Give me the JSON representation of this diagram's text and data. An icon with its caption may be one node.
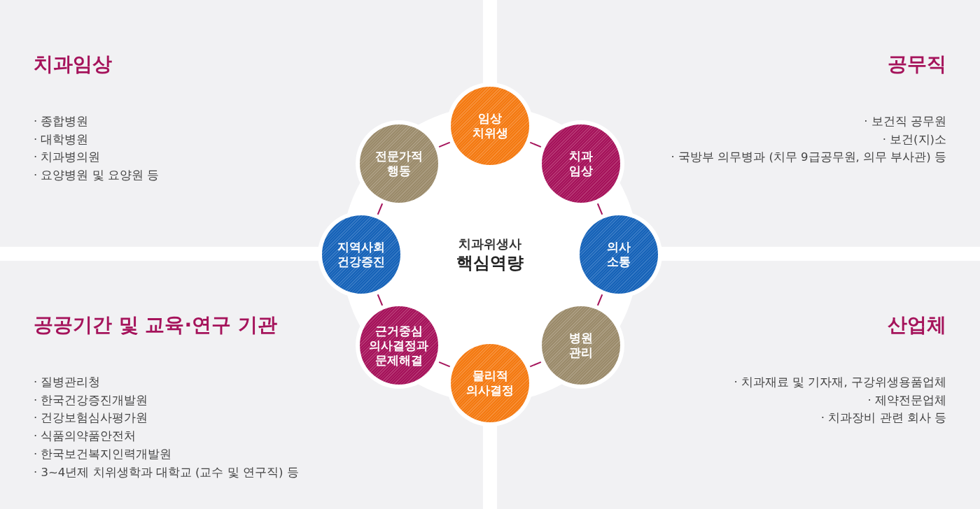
{
  "diagram": {
    "nodes": [
      {
        "text": [
          "치과위생사",
          "핵심역량"
        ]
      },
      {
        "text": [
          "임상 치위생"
        ]
      },
      {
        "text": [
          "치과 임상"
        ]
      },
      {
        "text": [
          "의사 소통"
        ]
      },
      {
        "text": [
          "병원 관리"
        ]
      },
      {
        "text": [
          "물리적 의사결정"
        ]
      },
      {
        "text": [
          "근거중심 의사결정과 문제해결"
        ]
      },
      {
        "text": [
          "지역사회 건강증진"
        ]
      },
      {
        "text": [
          "전문가적 행동"
        ]
      }
    ],
    "edges": [
      {
        "from": 1,
        "to": 2,
        "arrow": "none"
      },
      {
        "from": 2,
        "to": 3,
        "arrow": "none"
      },
      {
        "from": 3,
        "to": 4,
        "arrow": "none"
      },
      {
        "from": 4,
        "to": 5,
        "arrow": "none"
      },
      {
        "from": 5,
        "to": 6,
        "arrow": "none"
      },
      {
        "from": 6,
        "to": 7,
        "arrow": "none"
      },
      {
        "from": 7,
        "to": 8,
        "arrow": "none"
      },
      {
        "from": 8,
        "to": 1,
        "arrow": "none"
      }
    ],
    "labels": [
      "치과임상",
      "· 종합병원",
      "· 대학병원",
      "· 치과병의원",
      "· 요양병원 및 요양원 등",
      "공무직",
      "· 보건직 공무원",
      "· 보건(지)소",
      "· 국방부 의무병과 (치무 9급공무원, 의무 부사관) 등",
      "공공기간 및 교육·연구 기관",
      "· 질병관리청",
      "· 한국건강증진개발원",
      "· 건강보험심사평가원",
      "· 식품의약품안전처",
      "· 한국보건복지인력개발원",
      "· 3~4년제 치위생학과 대학교 (교수 및 연구직) 등",
      "산업체",
      "· 치과재료 및 기자재, 구강위생용품업체",
      "· 제약전문업체",
      "· 치과장비 관련 회사 등"
    ]
  }
}
